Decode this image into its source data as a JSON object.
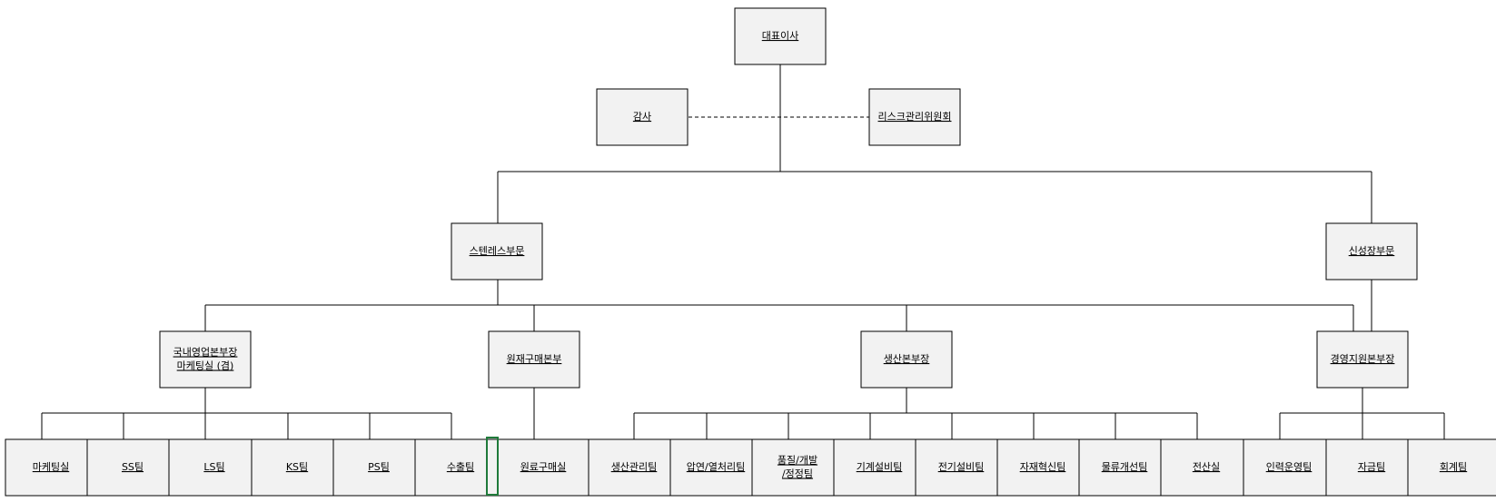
{
  "diagram": {
    "nodes": [
      {
        "id": "ceo",
        "lines": [
          "대표이사"
        ]
      },
      {
        "id": "audit",
        "lines": [
          "감사"
        ]
      },
      {
        "id": "risk",
        "lines": [
          "리스크관리위원회"
        ]
      },
      {
        "id": "stainless",
        "lines": [
          "스텐레스부문"
        ]
      },
      {
        "id": "newgrowth",
        "lines": [
          "신성장부문"
        ]
      },
      {
        "id": "domsales",
        "lines": [
          "국내영업본부장",
          "마케팅실 (겸)"
        ]
      },
      {
        "id": "rawmat",
        "lines": [
          "원재구매본부"
        ]
      },
      {
        "id": "production",
        "lines": [
          "생산본부장"
        ]
      },
      {
        "id": "mgmt",
        "lines": [
          "경영지원본부장"
        ]
      },
      {
        "id": "marketing",
        "lines": [
          "마케팅실"
        ]
      },
      {
        "id": "ss",
        "lines": [
          "SS팀"
        ]
      },
      {
        "id": "ls",
        "lines": [
          "LS팀"
        ]
      },
      {
        "id": "ks",
        "lines": [
          "KS팀"
        ]
      },
      {
        "id": "ps",
        "lines": [
          "PS팀"
        ]
      },
      {
        "id": "export",
        "lines": [
          "수출팀"
        ]
      },
      {
        "id": "purchase",
        "lines": [
          "원료구매실"
        ]
      },
      {
        "id": "prodmgmt",
        "lines": [
          "생산관리팀"
        ]
      },
      {
        "id": "rolling",
        "lines": [
          "압연/열처리팀"
        ]
      },
      {
        "id": "quality",
        "lines": [
          "품질/개발",
          "/정정팀"
        ]
      },
      {
        "id": "mech",
        "lines": [
          "기계설비팀"
        ]
      },
      {
        "id": "elec",
        "lines": [
          "전기설비팀"
        ]
      },
      {
        "id": "innov",
        "lines": [
          "자재혁신팀"
        ]
      },
      {
        "id": "logistics",
        "lines": [
          "물류개선팀"
        ]
      },
      {
        "id": "it",
        "lines": [
          "전산실"
        ]
      },
      {
        "id": "hr",
        "lines": [
          "인력운영팀"
        ]
      },
      {
        "id": "finance",
        "lines": [
          "자금팀"
        ]
      },
      {
        "id": "accounting",
        "lines": [
          "회계팀"
        ]
      }
    ],
    "edges": [
      {
        "from": "ceo",
        "to": "stainless"
      },
      {
        "from": "ceo",
        "to": "newgrowth"
      },
      {
        "from": "audit",
        "to": "risk",
        "style": "dashed"
      },
      {
        "from": "stainless",
        "to": "domsales"
      },
      {
        "from": "stainless",
        "to": "rawmat"
      },
      {
        "from": "stainless",
        "to": "production"
      },
      {
        "from": "stainless",
        "to": "mgmt"
      },
      {
        "from": "newgrowth",
        "to": "mgmt"
      },
      {
        "from": "domsales",
        "to": "marketing"
      },
      {
        "from": "domsales",
        "to": "ss"
      },
      {
        "from": "domsales",
        "to": "ls"
      },
      {
        "from": "domsales",
        "to": "ks"
      },
      {
        "from": "domsales",
        "to": "ps"
      },
      {
        "from": "domsales",
        "to": "export"
      },
      {
        "from": "rawmat",
        "to": "purchase"
      },
      {
        "from": "production",
        "to": "prodmgmt"
      },
      {
        "from": "production",
        "to": "rolling"
      },
      {
        "from": "production",
        "to": "quality"
      },
      {
        "from": "production",
        "to": "mech"
      },
      {
        "from": "production",
        "to": "elec"
      },
      {
        "from": "production",
        "to": "innov"
      },
      {
        "from": "production",
        "to": "logistics"
      },
      {
        "from": "production",
        "to": "it"
      },
      {
        "from": "mgmt",
        "to": "hr"
      },
      {
        "from": "mgmt",
        "to": "finance"
      },
      {
        "from": "mgmt",
        "to": "accounting"
      }
    ]
  }
}
